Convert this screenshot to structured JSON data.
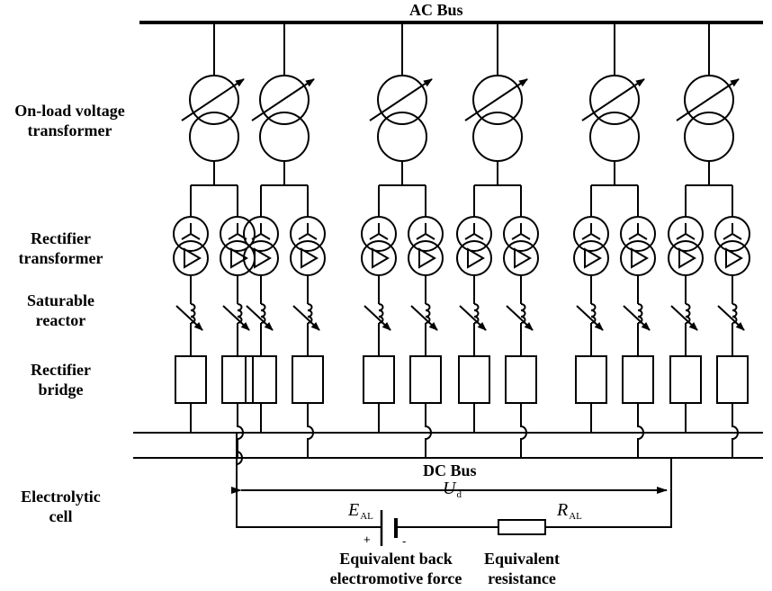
{
  "labels": {
    "ac_bus": "AC Bus",
    "dc_bus": "DC Bus",
    "on_load_transformer": [
      "On-load voltage",
      "transformer"
    ],
    "rectifier_transformer": [
      "Rectifier",
      "transformer"
    ],
    "saturable_reactor": [
      "Saturable",
      "reactor"
    ],
    "rectifier_bridge": [
      "Rectifier",
      "bridge"
    ],
    "electrolytic_cell": [
      "Electrolytic",
      "cell"
    ],
    "back_emf": [
      "Equivalent back",
      "electromotive force"
    ],
    "equivalent_resistance": [
      "Equivalent",
      "resistance"
    ]
  },
  "symbols": {
    "voltage": {
      "main": "U",
      "sub": "d"
    },
    "emf": {
      "main": "E",
      "sub": "AL"
    },
    "resistance": {
      "main": "R",
      "sub": "AL"
    },
    "plus": "+",
    "minus": "-"
  },
  "colors": {
    "line": "#000000",
    "background": "#ffffff"
  }
}
